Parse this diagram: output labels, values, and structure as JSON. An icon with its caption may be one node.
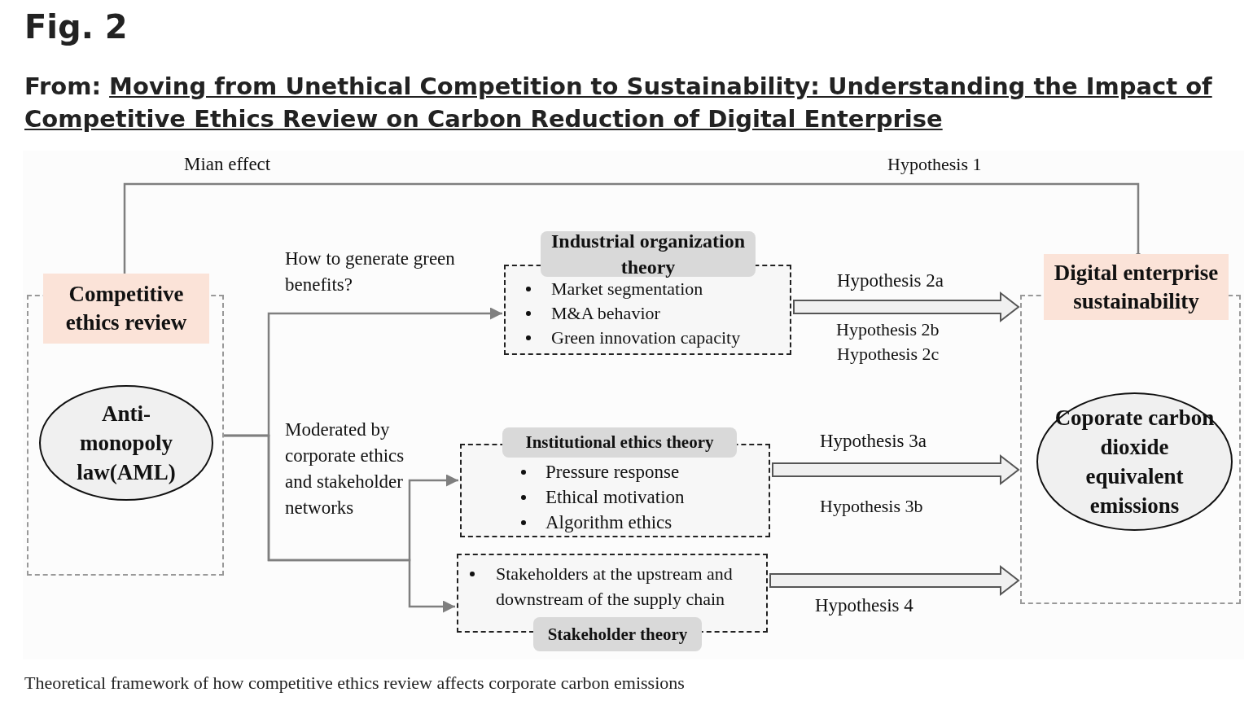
{
  "diagram": {
    "title": "Fig. 2",
    "caption": "Theoretical framework of how competitive ethics review affects corporate carbon emissions",
    "nodes": [
      {
        "text": [
          "Competitive ethics review"
        ]
      },
      {
        "text": [
          "Anti-monopoly law(AML)"
        ],
        "in": 0
      },
      {
        "text": [
          "Industrial organization theory",
          "Market segmentation",
          "M&A behavior",
          "Green innovation capacity"
        ]
      },
      {
        "text": [
          "Institutional ethics theory",
          "Pressure response",
          "Ethical motivation",
          "Algorithm ethics"
        ]
      },
      {
        "text": [
          "Stakeholders at the upstream and downstream of the supply chain",
          "Stakeholder theory"
        ]
      },
      {
        "text": [
          "Digital enterprise sustainability"
        ]
      },
      {
        "text": [
          "Coporate carbon dioxide equivalent emissions"
        ],
        "in": 5
      }
    ],
    "edges": [
      {
        "from": 0,
        "to": 5,
        "arrow": "other",
        "label": "Mian effect"
      },
      {
        "from": 0,
        "to": 2,
        "arrow": "to",
        "label": "How to generate green benefits?"
      },
      {
        "from": 0,
        "to": 3,
        "arrow": "to",
        "label": "Moderated by corporate ethics and stakeholder networks"
      },
      {
        "from": 0,
        "to": 4,
        "arrow": "to"
      },
      {
        "from": 2,
        "to": 5,
        "arrow": "to",
        "style": "thick",
        "label": "Hypothesis 2a"
      },
      {
        "from": 3,
        "to": 5,
        "arrow": "to",
        "style": "thick",
        "label": "Hypothesis 3a"
      },
      {
        "from": 4,
        "to": 5,
        "arrow": "to",
        "style": "thick",
        "label": "Hypothesis 4"
      }
    ],
    "labels": [
      "From:",
      "Moving from Unethical Competition to Sustainability: Understanding the Impact of Competitive Ethics Review on Carbon Reduction of Digital Enterprise",
      "Hypothesis 1",
      "Hypothesis 2b",
      "Hypothesis 2c",
      "Hypothesis 3b"
    ]
  }
}
